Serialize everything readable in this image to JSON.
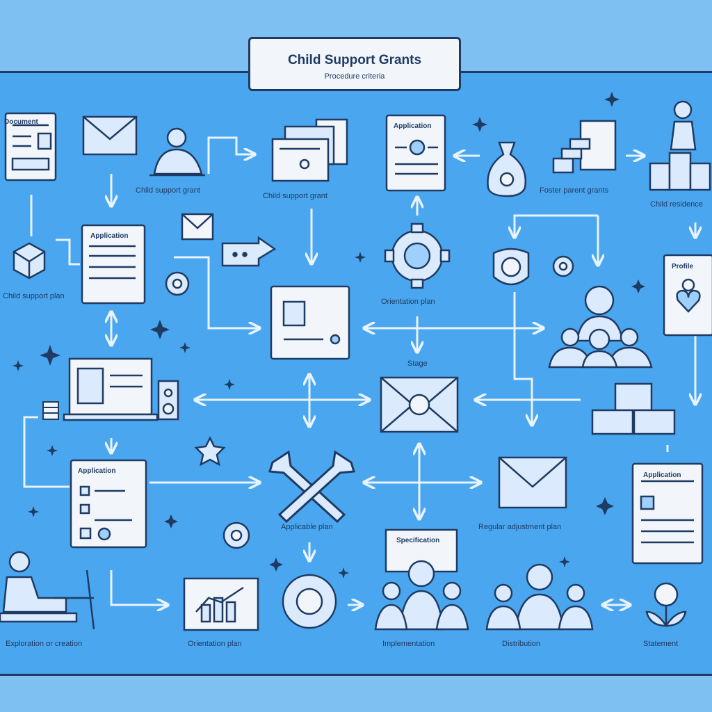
{
  "header": {
    "title": "Child Support Grants",
    "subtitle": "Procedure criteria"
  },
  "labels": {
    "child_support_grant_left": "Child support grant",
    "child_support_grant_center": "Child support grant",
    "application_top": "Application",
    "application_mid": "Application",
    "application_bottom": "Application",
    "application_right": "Application",
    "foster_parent_grants": "Foster parent grants",
    "child_residence": "Child residence",
    "child_support_plan": "Child support plan",
    "orientation_plan": "Orientation plan",
    "stage": "Stage",
    "applicable_plan": "Applicable plan",
    "regular_adjustment_plan": "Regular adjustment plan",
    "exploration_or_creation": "Exploration or creation",
    "orientation_plan_bottom": "Orientation plan",
    "implementation": "Implementation",
    "distribution": "Distribution",
    "statement": "Statement",
    "document": "Document",
    "specification": "Specification",
    "profile": "Profile"
  },
  "colors": {
    "background": "#7fc0f3",
    "panel": "#4aa6ee",
    "stroke": "#1f3b63",
    "fill_light": "#dbeafc",
    "card": "#f2f6fb",
    "arrow": "#e8f3ff"
  }
}
